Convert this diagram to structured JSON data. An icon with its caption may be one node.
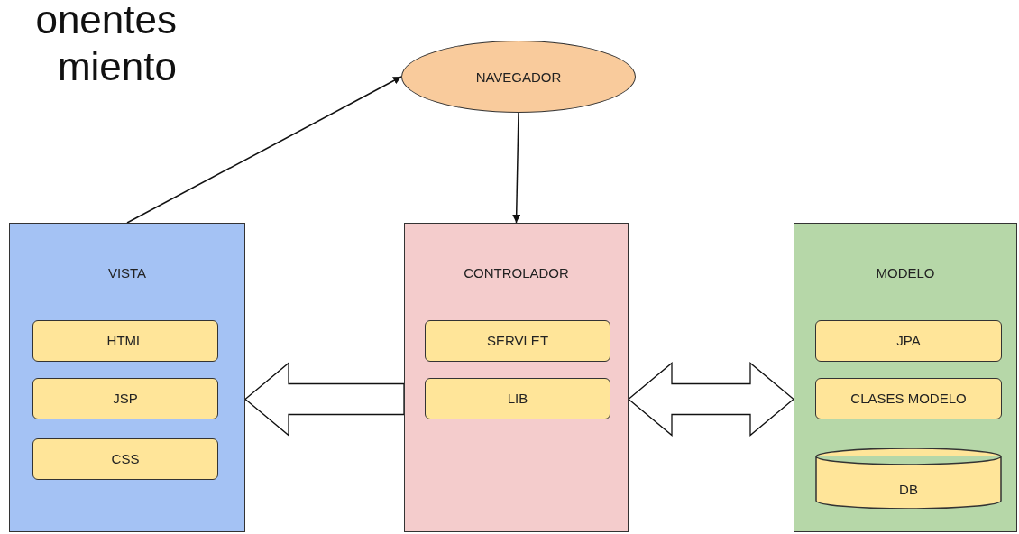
{
  "diagram": {
    "title": "onentes miento",
    "nodes": [
      {
        "text": [
          "NAVEGADOR"
        ]
      },
      {
        "text": [
          "VISTA"
        ]
      },
      {
        "text": [
          "HTML"
        ],
        "in": 1
      },
      {
        "text": [
          "JSP"
        ],
        "in": 1
      },
      {
        "text": [
          "CSS"
        ],
        "in": 1
      },
      {
        "text": [
          "CONTROLADOR"
        ]
      },
      {
        "text": [
          "SERVLET"
        ],
        "in": 5
      },
      {
        "text": [
          "LIB"
        ],
        "in": 5
      },
      {
        "text": [
          "MODELO"
        ]
      },
      {
        "text": [
          "JPA"
        ],
        "in": 8
      },
      {
        "text": [
          "CLASES MODELO"
        ],
        "in": 8
      },
      {
        "text": [
          "DB"
        ],
        "in": 8
      }
    ],
    "edges": [
      {
        "from": 1,
        "to": 0,
        "arrow": "to"
      },
      {
        "from": 0,
        "to": 5,
        "arrow": "to"
      },
      {
        "from": 5,
        "to": 1,
        "arrow": "to",
        "style": "thick"
      },
      {
        "from": 5,
        "to": 8,
        "arrow": "both",
        "style": "thick"
      }
    ]
  }
}
